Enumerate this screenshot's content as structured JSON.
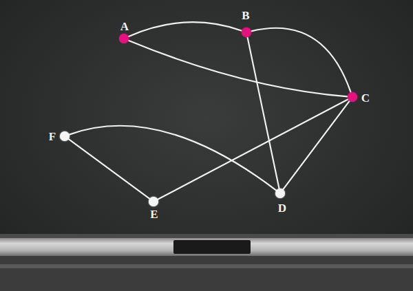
{
  "diagram": {
    "nodes": [
      {
        "text": [
          "A"
        ]
      },
      {
        "text": [
          "B"
        ]
      },
      {
        "text": [
          "C"
        ]
      },
      {
        "text": [
          "D"
        ]
      },
      {
        "text": [
          "E"
        ]
      },
      {
        "text": [
          "F"
        ]
      }
    ],
    "edges": [
      {
        "from": 0,
        "to": 1,
        "arrow": "none"
      },
      {
        "from": 0,
        "to": 2,
        "arrow": "none"
      },
      {
        "from": 1,
        "to": 2,
        "arrow": "none"
      },
      {
        "from": 1,
        "to": 3,
        "arrow": "none"
      },
      {
        "from": 2,
        "to": 3,
        "arrow": "none"
      },
      {
        "from": 2,
        "to": 4,
        "arrow": "none"
      },
      {
        "from": 5,
        "to": 4,
        "arrow": "none"
      },
      {
        "from": 5,
        "to": 3,
        "arrow": "none"
      }
    ]
  }
}
